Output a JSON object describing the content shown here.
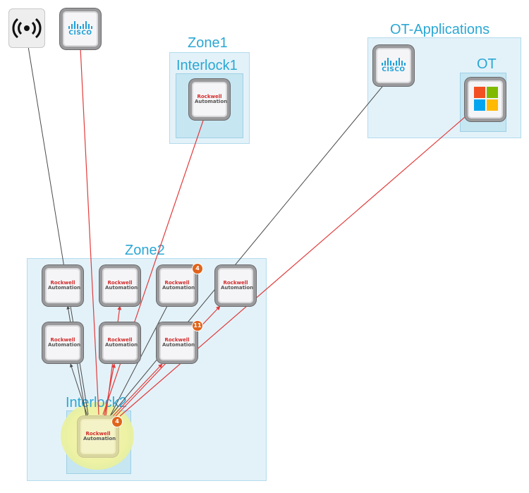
{
  "zones": {
    "zone1": {
      "label": "Zone1",
      "sublabel": "Interlock1"
    },
    "ot_apps": {
      "label": "OT-Applications",
      "sublabel": "OT"
    },
    "zone2": {
      "label": "Zone2",
      "sublabel": "Interlock2"
    }
  },
  "nodes": {
    "radio": {
      "icon": "wireless-icon"
    },
    "cisco_top": {
      "text": "CISCO"
    },
    "cisco_ot": {
      "text": "CISCO"
    },
    "rockwell_line1": "Rockwell",
    "rockwell_line2": "Automation",
    "windows": {
      "icon": "windows-logo-icon"
    }
  },
  "badges": {
    "zone2_row1_col3": "4",
    "zone2_row2_col3": "11",
    "interlock2": "4"
  },
  "colors": {
    "zone_label": "#2ba7d4",
    "zone_fill": "#e3f2f9",
    "subzone_fill": "#c6e6f2",
    "link_red": "#e23b3b",
    "link_gray": "#4a4a4a",
    "badge": "#e0641c",
    "highlight_glow": "#eef2a4"
  }
}
